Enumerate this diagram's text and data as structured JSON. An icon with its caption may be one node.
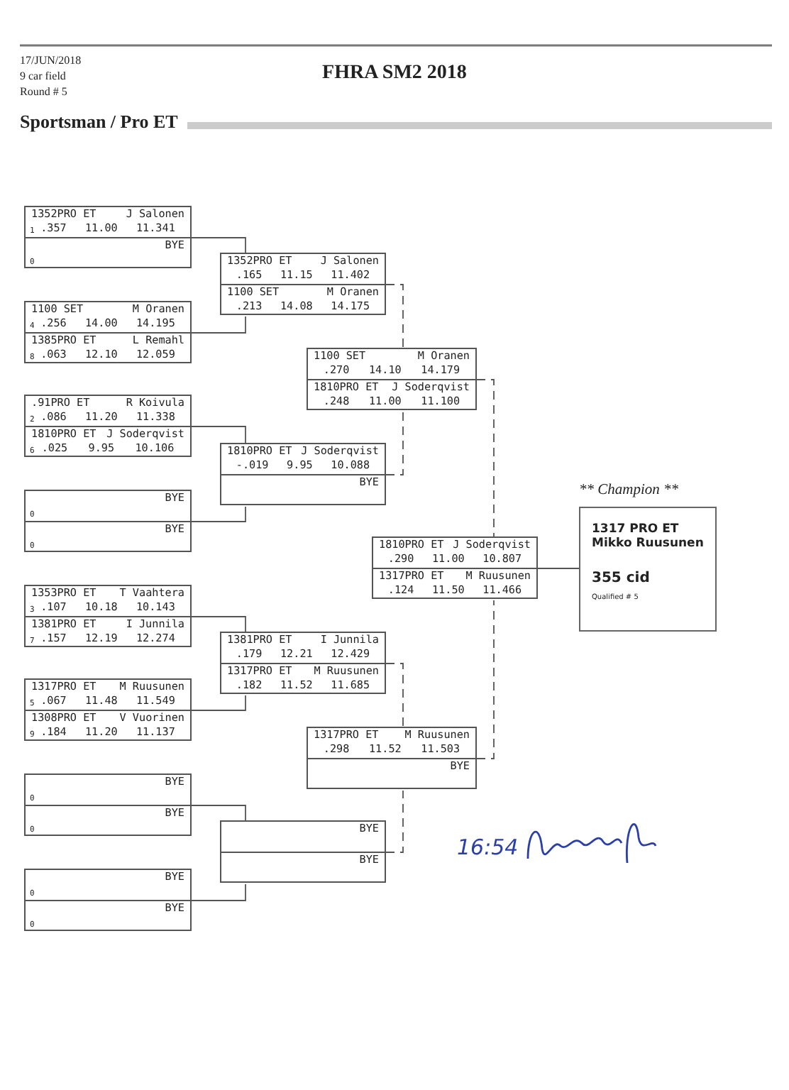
{
  "diagram": {
    "title": "FHRA SM2 2018",
    "nodes": [
      {
        "text": [],
        "shape": "box"
      },
      {
        "text": [
          "1352PRO ET",
          "J Salonen",
          "1",
          ".357",
          "11.00",
          "11.341"
        ],
        "in": 0
      },
      {
        "text": [
          "BYE",
          "0"
        ],
        "in": 0
      },
      {
        "text": [],
        "shape": "box"
      },
      {
        "text": [
          "1100 SET",
          "M Oranen",
          "4",
          ".256",
          "14.00",
          "14.195"
        ],
        "in": 3
      },
      {
        "text": [
          "1385PRO ET",
          "L Remahl",
          "8",
          ".063",
          "12.10",
          "12.059"
        ],
        "in": 3
      },
      {
        "text": [],
        "shape": "box"
      },
      {
        "text": [
          ".91PRO ET",
          "R Koivula",
          "2",
          ".086",
          "11.20",
          "11.338"
        ],
        "in": 6
      },
      {
        "text": [
          "1810PRO ET",
          "J Soderqvist",
          "6",
          ".025",
          "9.95",
          "10.106"
        ],
        "in": 6
      },
      {
        "text": [],
        "shape": "box"
      },
      {
        "text": [
          "BYE",
          "0"
        ],
        "in": 9
      },
      {
        "text": [
          "BYE",
          "0"
        ],
        "in": 9
      },
      {
        "text": [],
        "shape": "box"
      },
      {
        "text": [
          "1353PRO ET",
          "T Vaahtera",
          "3",
          ".107",
          "10.18",
          "10.143"
        ],
        "in": 12
      },
      {
        "text": [
          "1381PRO ET",
          "I Junnila",
          "7",
          ".157",
          "12.19",
          "12.274"
        ],
        "in": 12
      },
      {
        "text": [],
        "shape": "box"
      },
      {
        "text": [
          "1317PRO ET",
          "M Ruusunen",
          "5",
          ".067",
          "11.48",
          "11.549"
        ],
        "in": 15
      },
      {
        "text": [
          "1308PRO ET",
          "V Vuorinen",
          "9",
          ".184",
          "11.20",
          "11.137"
        ],
        "in": 15
      },
      {
        "text": [],
        "shape": "box"
      },
      {
        "text": [
          "BYE",
          "0"
        ],
        "in": 18
      },
      {
        "text": [
          "BYE",
          "0"
        ],
        "in": 18
      },
      {
        "text": [],
        "shape": "box"
      },
      {
        "text": [
          "BYE",
          "0"
        ],
        "in": 21
      },
      {
        "text": [
          "BYE",
          "0"
        ],
        "in": 21
      },
      {
        "text": [],
        "shape": "box"
      },
      {
        "text": [
          "1352PRO ET",
          "J Salonen",
          ".165",
          "11.15",
          "11.402"
        ],
        "in": 24
      },
      {
        "text": [
          "1100 SET",
          "M Oranen",
          ".213",
          "14.08",
          "14.175"
        ],
        "in": 24
      },
      {
        "text": [],
        "shape": "box"
      },
      {
        "text": [
          "1810PRO ET",
          "J Soderqvist",
          "-.019",
          "9.95",
          "10.088"
        ],
        "in": 27
      },
      {
        "text": [
          "BYE"
        ],
        "in": 27
      },
      {
        "text": [],
        "shape": "box"
      },
      {
        "text": [
          "1381PRO ET",
          "I Junnila",
          ".179",
          "12.21",
          "12.429"
        ],
        "in": 30
      },
      {
        "text": [
          "1317PRO ET",
          "M Ruusunen",
          ".182",
          "11.52",
          "11.685"
        ],
        "in": 30
      },
      {
        "text": [],
        "shape": "box"
      },
      {
        "text": [
          "BYE"
        ],
        "in": 33
      },
      {
        "text": [
          "BYE"
        ],
        "in": 33
      },
      {
        "text": [],
        "shape": "box"
      },
      {
        "text": [
          "1100 SET",
          "M Oranen",
          ".270",
          "14.10",
          "14.179"
        ],
        "in": 36
      },
      {
        "text": [
          "1810PRO ET",
          "J Soderqvist",
          ".248",
          "11.00",
          "11.100"
        ],
        "in": 36
      },
      {
        "text": [],
        "shape": "box"
      },
      {
        "text": [
          "1317PRO ET",
          "M Ruusunen",
          ".298",
          "11.52",
          "11.503"
        ],
        "in": 39
      },
      {
        "text": [
          "BYE"
        ],
        "in": 39
      },
      {
        "text": [],
        "shape": "box"
      },
      {
        "text": [
          "1810PRO ET",
          "J Soderqvist",
          ".290",
          "11.00",
          "10.807"
        ],
        "in": 42
      },
      {
        "text": [
          "1317PRO ET",
          "M Ruusunen",
          ".124",
          "11.50",
          "11.466"
        ],
        "in": 42
      },
      {
        "text": [
          "** Champion **",
          "1317 PRO ET",
          "Mikko Ruusunen",
          "355 cid",
          "Qualified # 5"
        ]
      }
    ],
    "edges": [
      {
        "from": 0,
        "to": 24,
        "arrow": "none"
      },
      {
        "from": 3,
        "to": 24,
        "arrow": "none"
      },
      {
        "from": 6,
        "to": 27,
        "arrow": "none"
      },
      {
        "from": 9,
        "to": 27,
        "arrow": "none"
      },
      {
        "from": 12,
        "to": 30,
        "arrow": "none"
      },
      {
        "from": 15,
        "to": 30,
        "arrow": "none"
      },
      {
        "from": 18,
        "to": 33,
        "arrow": "none"
      },
      {
        "from": 21,
        "to": 33,
        "arrow": "none"
      },
      {
        "from": 24,
        "to": 36,
        "arrow": "none",
        "style": "dashed"
      },
      {
        "from": 27,
        "to": 36,
        "arrow": "none",
        "style": "dashed"
      },
      {
        "from": 30,
        "to": 39,
        "arrow": "none",
        "style": "dashed"
      },
      {
        "from": 33,
        "to": 39,
        "arrow": "none",
        "style": "dashed"
      },
      {
        "from": 36,
        "to": 42,
        "arrow": "none",
        "style": "dashed"
      },
      {
        "from": 39,
        "to": 42,
        "arrow": "none",
        "style": "dashed"
      },
      {
        "from": 42,
        "to": 45,
        "arrow": "none"
      }
    ],
    "labels": [
      "17/JUN/2018",
      "9 car field",
      "Round # 5",
      "Sportsman / Pro ET",
      "16:54"
    ]
  }
}
